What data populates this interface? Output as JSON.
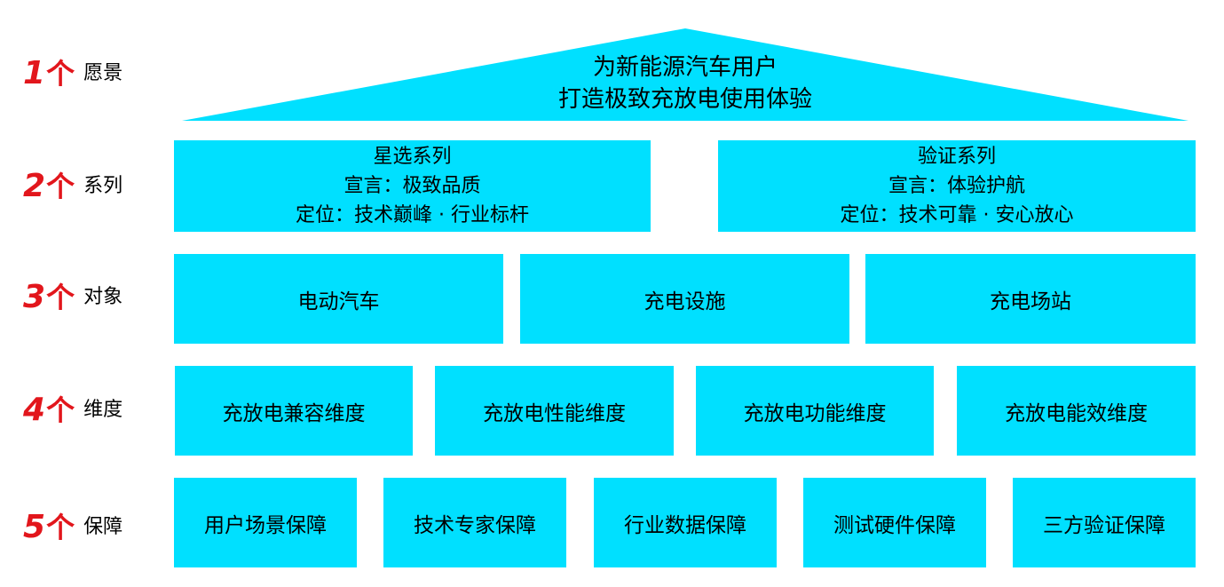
{
  "colors": {
    "box_fill": "#00e0ff",
    "label_accent": "#e2161c",
    "text": "#000000"
  },
  "levels": [
    {
      "num": "1",
      "unit": "个",
      "word": "愿景"
    },
    {
      "num": "2",
      "unit": "个",
      "word": "系列"
    },
    {
      "num": "3",
      "unit": "个",
      "word": "对象"
    },
    {
      "num": "4",
      "unit": "个",
      "word": "维度"
    },
    {
      "num": "5",
      "unit": "个",
      "word": "保障"
    }
  ],
  "vision": {
    "line1": "为新能源汽车用户",
    "line2": "打造极致充放电使用体验"
  },
  "series": [
    {
      "name": "星选系列",
      "slogan": "宣言：极致品质",
      "position": "定位：技术巅峰 · 行业标杆"
    },
    {
      "name": "验证系列",
      "slogan": "宣言：体验护航",
      "position": "定位：技术可靠 · 安心放心"
    }
  ],
  "objects": [
    "电动汽车",
    "充电设施",
    "充电场站"
  ],
  "dimensions": [
    "充放电兼容维度",
    "充放电性能维度",
    "充放电功能维度",
    "充放电能效维度"
  ],
  "guarantees": [
    "用户场景保障",
    "技术专家保障",
    "行业数据保障",
    "测试硬件保障",
    "三方验证保障"
  ]
}
